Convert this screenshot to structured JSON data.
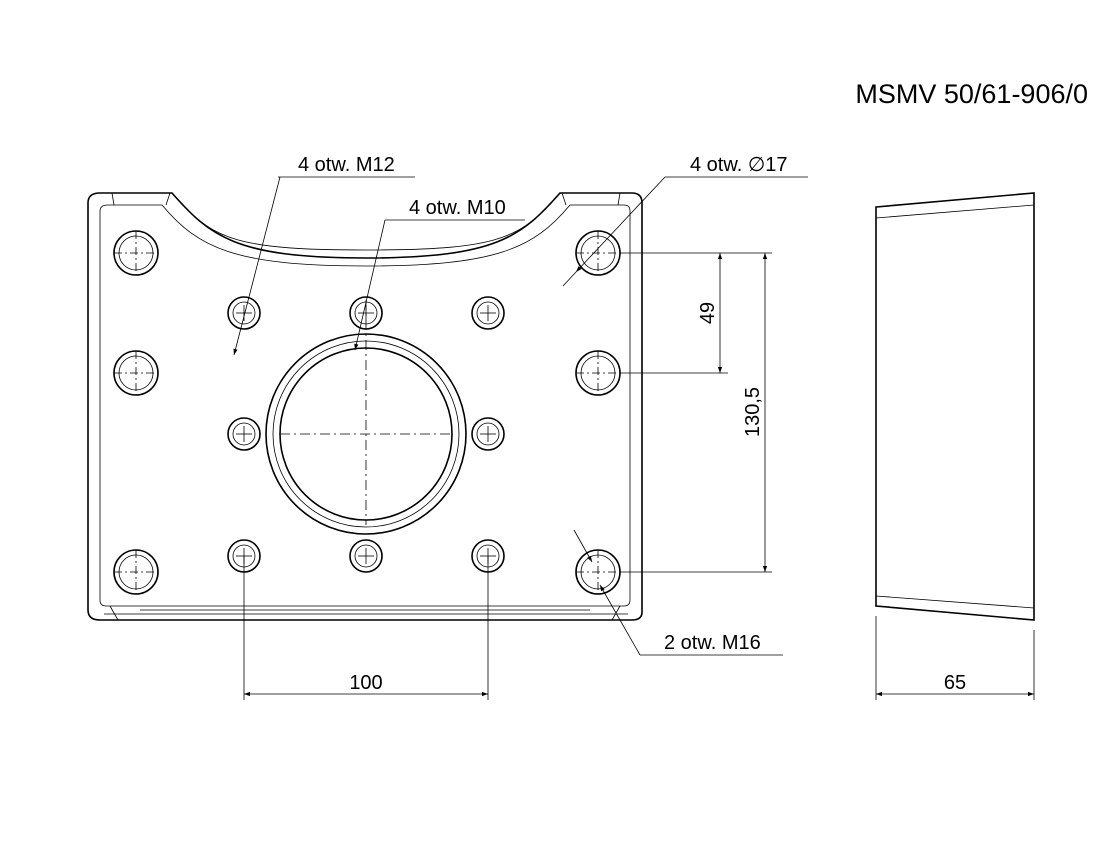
{
  "title": "MSMV 50/61-906/0",
  "labels": {
    "holes_m12": "4 otw. M12",
    "holes_m10": "4 otw. M10",
    "holes_d17": "4 otw. ∅17",
    "holes_m16": "2 otw. M16"
  },
  "dimensions": {
    "vertical_small": "49",
    "vertical_large": "130,5",
    "horizontal_front": "100",
    "horizontal_side": "65"
  }
}
